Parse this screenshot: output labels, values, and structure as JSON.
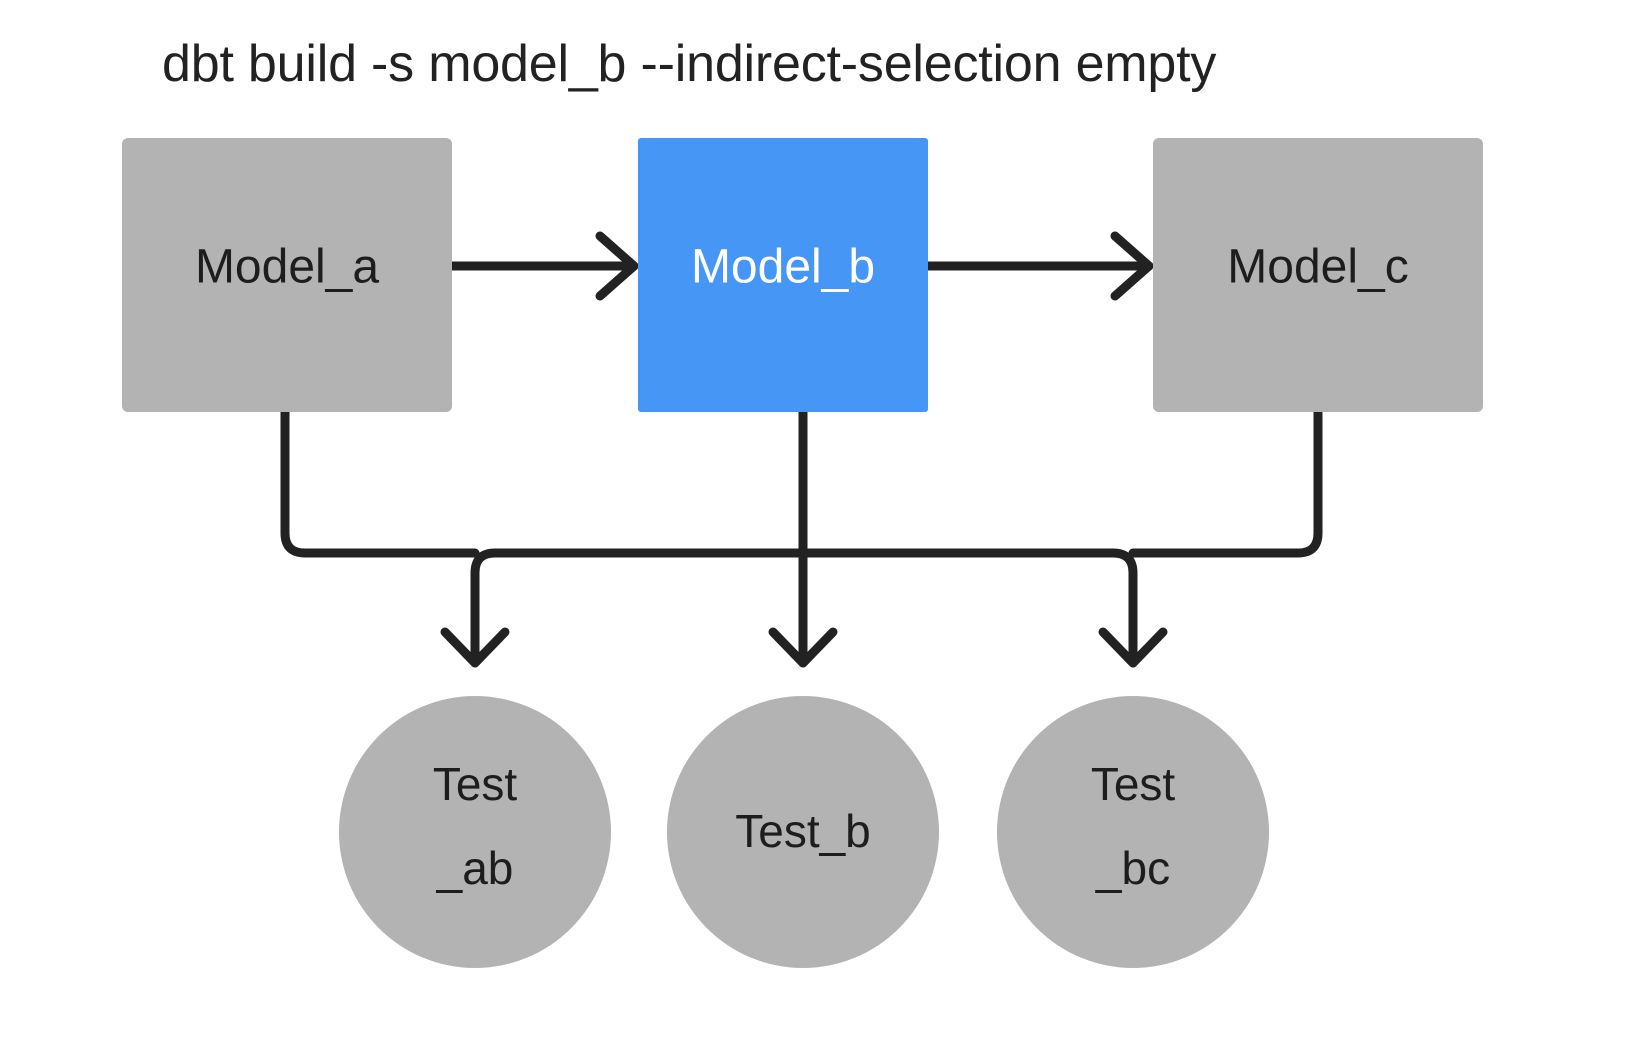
{
  "diagram": {
    "title": "dbt build -s model_b --indirect-selection empty",
    "colors": {
      "background": "#ffffff",
      "node_default": "#b3b3b3",
      "node_selected": "#4596f5",
      "edge": "#222222",
      "text_dark": "#1d1d1d",
      "text_light": "#ffffff"
    },
    "models": [
      {
        "id": "model_a",
        "label": "Model_a",
        "shape": "rectangle",
        "state": "unselected",
        "fill": "#b3b3b3",
        "text_color": "#1d1d1d"
      },
      {
        "id": "model_b",
        "label": "Model_b",
        "shape": "rectangle",
        "state": "selected",
        "fill": "#4596f5",
        "text_color": "#ffffff"
      },
      {
        "id": "model_c",
        "label": "Model_c",
        "shape": "rectangle",
        "state": "unselected",
        "fill": "#b3b3b3",
        "text_color": "#1d1d1d"
      }
    ],
    "tests": [
      {
        "id": "test_ab",
        "label": "Test_ab",
        "line1": "Test",
        "line2": "_ab",
        "shape": "circle",
        "state": "unselected",
        "fill": "#b3b3b3",
        "text_color": "#1d1d1d"
      },
      {
        "id": "test_b",
        "label": "Test_b",
        "line1": "Test_b",
        "line2": "",
        "shape": "circle",
        "state": "unselected",
        "fill": "#b3b3b3",
        "text_color": "#1d1d1d"
      },
      {
        "id": "test_bc",
        "label": "Test_bc",
        "line1": "Test",
        "line2": "_bc",
        "shape": "circle",
        "state": "unselected",
        "fill": "#b3b3b3",
        "text_color": "#1d1d1d"
      }
    ],
    "edges": [
      {
        "id": "edge-a-b",
        "from": "model_a",
        "to": "model_b",
        "style": "straight-arrow"
      },
      {
        "id": "edge-b-c",
        "from": "model_b",
        "to": "model_c",
        "style": "straight-arrow"
      },
      {
        "id": "edge-a-test_ab",
        "from": "model_a",
        "to": "test_ab",
        "style": "elbow-arrow"
      },
      {
        "id": "edge-b-test_ab",
        "from": "model_b",
        "to": "test_ab",
        "style": "elbow-arrow"
      },
      {
        "id": "edge-b-test_b",
        "from": "model_b",
        "to": "test_b",
        "style": "straight-arrow"
      },
      {
        "id": "edge-b-test_bc",
        "from": "model_b",
        "to": "test_bc",
        "style": "elbow-arrow"
      },
      {
        "id": "edge-c-test_bc",
        "from": "model_c",
        "to": "test_bc",
        "style": "elbow-arrow"
      }
    ]
  }
}
